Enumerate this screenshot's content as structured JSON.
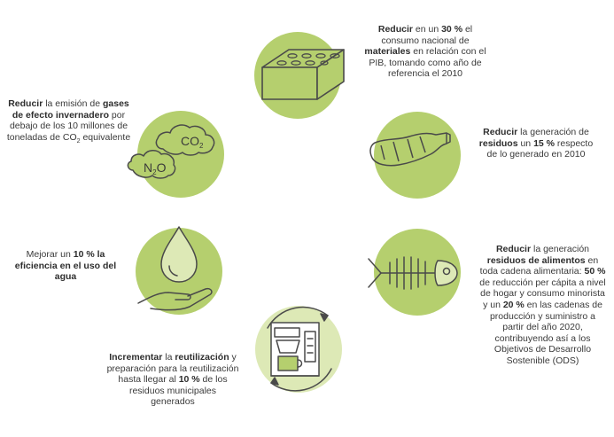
{
  "colors": {
    "circle_fill": "#b5cf6e",
    "circle_light": "#dde9b6",
    "line": "#4a4a4a",
    "text": "#3a3a3a"
  },
  "items": [
    {
      "id": "materials",
      "icon": "brick-icon",
      "segments": [
        {
          "t": "Reducir",
          "b": true
        },
        {
          "t": " en un ",
          "b": false
        },
        {
          "t": "30 %",
          "b": true
        },
        {
          "t": " el consumo nacional de ",
          "b": false
        },
        {
          "t": "materiales",
          "b": true
        },
        {
          "t": " en relación con el PIB, tomando como año de referencia el 2010",
          "b": false
        }
      ]
    },
    {
      "id": "waste",
      "icon": "plastic-bottle-icon",
      "segments": [
        {
          "t": "Reducir",
          "b": true
        },
        {
          "t": " la generación de ",
          "b": false
        },
        {
          "t": "residuos",
          "b": true
        },
        {
          "t": " un ",
          "b": false
        },
        {
          "t": "15 %",
          "b": true
        },
        {
          "t": " respecto de lo generado en 2010",
          "b": false
        }
      ]
    },
    {
      "id": "food",
      "icon": "fish-bone-icon",
      "segments": [
        {
          "t": "Reducir",
          "b": true
        },
        {
          "t": " la generación ",
          "b": false
        },
        {
          "t": "residuos de alimentos",
          "b": true
        },
        {
          "t": " en toda cadena alimentaria: ",
          "b": false
        },
        {
          "t": "50 %",
          "b": true
        },
        {
          "t": " de reducción per cápita a nivel de hogar y consumo minorista y un ",
          "b": false
        },
        {
          "t": "20 %",
          "b": true
        },
        {
          "t": " en las cadenas de producción y suministro a partir del año 2020, contribuyendo así a los Objetivos de Desarrollo Sostenible (ODS)",
          "b": false
        }
      ]
    },
    {
      "id": "reuse",
      "icon": "coffee-maker-reuse-icon",
      "segments": [
        {
          "t": "Incrementar",
          "b": true
        },
        {
          "t": " la ",
          "b": false
        },
        {
          "t": "reutilización",
          "b": true
        },
        {
          "t": " y preparación para la reutilización hasta llegar al ",
          "b": false
        },
        {
          "t": "10 %",
          "b": true
        },
        {
          "t": " de los residuos municipales generados",
          "b": false
        }
      ]
    },
    {
      "id": "water",
      "icon": "water-drop-hand-icon",
      "segments": [
        {
          "t": "Mejorar un ",
          "b": false
        },
        {
          "t": "10 % la eficiencia en el uso del agua",
          "b": true
        }
      ]
    },
    {
      "id": "ghg",
      "icon": "co2-cloud-icon",
      "segments": [
        {
          "t": "Reducir",
          "b": true
        },
        {
          "t": " la emisión de ",
          "b": false
        },
        {
          "t": "gases de efecto invernadero",
          "b": true
        },
        {
          "t": " por debajo de los 10 millones de toneladas de CO",
          "b": false
        },
        {
          "t": "2",
          "b": false,
          "sub": true
        },
        {
          "t": " equivalente",
          "b": false
        }
      ]
    }
  ],
  "icon_labels": {
    "co2_main": "CO",
    "co2_main_sub": "2",
    "n2o_left": "N",
    "n2o_sub": "2",
    "n2o_right": "O"
  }
}
